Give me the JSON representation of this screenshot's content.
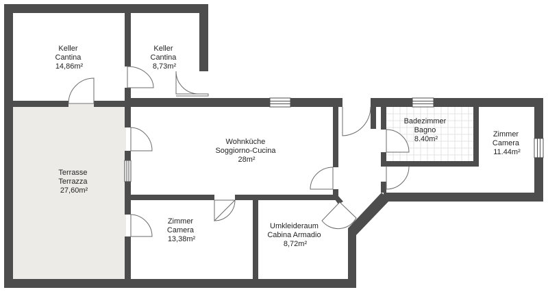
{
  "colors": {
    "wall": "#4d4d4d",
    "terrace_floor": "#ecebe7",
    "bath_tile_grid": "#e3e3e3",
    "window": "#ffffff",
    "door_arc": "#6a6a6a",
    "text": "#222222"
  },
  "rooms": {
    "keller_1": {
      "line1": "Keller",
      "line2": "Cantina",
      "area": "14,86m²"
    },
    "keller_2": {
      "line1": "Keller",
      "line2": "Cantina",
      "area": "8,73m²"
    },
    "wohnkueche": {
      "line1": "Wohnküche",
      "line2": "Soggiorno-Cucina",
      "area": "28m²"
    },
    "badezimmer": {
      "line1": "Badezimmer",
      "line2": "Bagno",
      "area": "8.40m²"
    },
    "zimmer_right": {
      "line1": "Zimmer",
      "line2": "Camera",
      "area": "11.44m²"
    },
    "terrasse": {
      "line1": "Terrasse",
      "line2": "Terrazza",
      "area": "27,60m²"
    },
    "zimmer_bottom": {
      "line1": "Zimmer",
      "line2": "Camera",
      "area": "13,38m²"
    },
    "umkleideraum": {
      "line1": "Umkleideraum",
      "line2": "Cabina Armadio",
      "area": "8,72m²"
    }
  }
}
